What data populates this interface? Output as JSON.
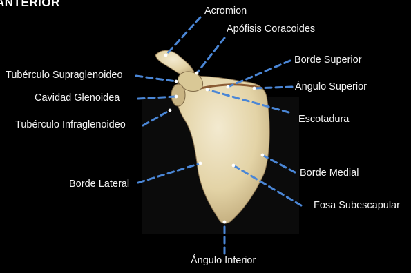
{
  "title": "ANTERIOR",
  "labels": {
    "acromion": "Acromion",
    "apofisis_coracoides": "Apófisis Coracoides",
    "borde_superior": "Borde Superior",
    "tuberculo_supraglenoideo": "Tubérculo Supraglenoideo",
    "angulo_superior": "Ángulo Superior",
    "cavidad_glenoidea": "Cavidad Glenoidea",
    "escotadura": "Escotadura",
    "tuberculo_infraglenoideo": "Tubérculo Infraglenoideo",
    "borde_medial": "Borde Medial",
    "borde_lateral": "Borde Lateral",
    "fosa_subescapular": "Fosa Subescapular",
    "angulo_inferior": "Ángulo Inferior"
  },
  "colors": {
    "background": "#000000",
    "leader_line": "#4a86d6",
    "bone": "#e9ddb6",
    "text": "#f2f2f2"
  }
}
